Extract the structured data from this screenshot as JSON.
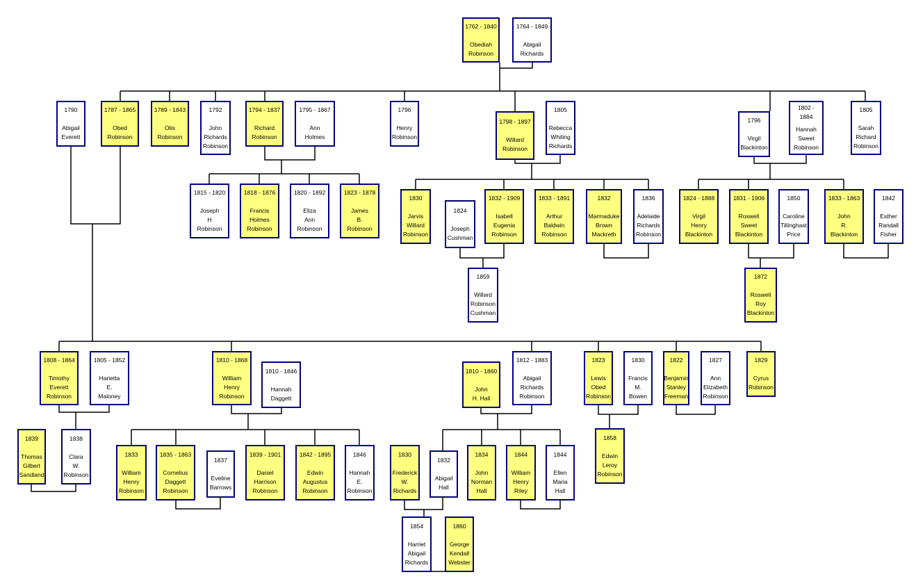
{
  "colors": {
    "lineal_fill": "#ffff80",
    "spouse_fill": "#ffffff",
    "border": "#00007f",
    "connector": "#000000"
  },
  "people": [
    {
      "id": "obediah",
      "dates": "1762 - 1840",
      "name": [
        "Obediah",
        "Robinson"
      ],
      "lineal": true
    },
    {
      "id": "abigail-richards-1764",
      "dates": "1764 - 1849",
      "name": [
        "Abigail",
        "Richards"
      ],
      "lineal": false
    },
    {
      "id": "abigail-everett",
      "dates": "1790",
      "name": [
        "Abigail",
        "Everett"
      ],
      "lineal": false
    },
    {
      "id": "obed",
      "dates": "1787 - 1865",
      "name": [
        "Obed",
        "Robinson"
      ],
      "lineal": true
    },
    {
      "id": "otis",
      "dates": "1789 - 1843",
      "name": [
        "Otis",
        "Robinson"
      ],
      "lineal": true
    },
    {
      "id": "john-richards-robinson",
      "dates": "1792",
      "name": [
        "John",
        "Richards",
        "Robinson"
      ],
      "lineal": false
    },
    {
      "id": "richard",
      "dates": "1794 - 1837",
      "name": [
        "Richard",
        "Robinson"
      ],
      "lineal": true
    },
    {
      "id": "ann-holmes",
      "dates": "1795 - 1867",
      "name": [
        "Ann",
        "Holmes"
      ],
      "lineal": false
    },
    {
      "id": "henry",
      "dates": "1796",
      "name": [
        "Henry",
        "Robinson"
      ],
      "lineal": false
    },
    {
      "id": "willard",
      "dates": "1798 - 1897",
      "name": [
        "Willard",
        "Robinson"
      ],
      "lineal": true
    },
    {
      "id": "rebecca",
      "dates": "1805",
      "name": [
        "Rebecca",
        "Whiting",
        "Richards"
      ],
      "lineal": false
    },
    {
      "id": "virgil-1796",
      "dates": "1796",
      "name": [
        "Virgil",
        "Blackinton"
      ],
      "lineal": false
    },
    {
      "id": "hannah-sweet",
      "dates": "1802 - 1884",
      "name": [
        "Hannah",
        "Sweet",
        "Robinson"
      ],
      "lineal": false
    },
    {
      "id": "sarah",
      "dates": "1805",
      "name": [
        "Sarah",
        "Richard",
        "Robinson"
      ],
      "lineal": false
    },
    {
      "id": "joseph-h",
      "dates": "1815 - 1820",
      "name": [
        "Joseph",
        "H",
        "Robinson"
      ],
      "lineal": false
    },
    {
      "id": "francis-holmes",
      "dates": "1818 - 1876",
      "name": [
        "Francis",
        "Holmes",
        "Robinson"
      ],
      "lineal": true
    },
    {
      "id": "eliza-ann",
      "dates": "1820 - 1892",
      "name": [
        "Eliza",
        "Ann",
        "Robinson"
      ],
      "lineal": false
    },
    {
      "id": "james-b",
      "dates": "1823 - 1878",
      "name": [
        "James",
        "B.",
        "Robinson"
      ],
      "lineal": true
    },
    {
      "id": "jarvis",
      "dates": "1830",
      "name": [
        "Jarvis",
        "Willard",
        "Robinson"
      ],
      "lineal": true
    },
    {
      "id": "joseph-cushman",
      "dates": "1824",
      "name": [
        "Joseph",
        "Cushman"
      ],
      "lineal": false
    },
    {
      "id": "isabell",
      "dates": "1832 - 1909",
      "name": [
        "Isabell",
        "Eugenia",
        "Robinson"
      ],
      "lineal": true
    },
    {
      "id": "arthur",
      "dates": "1833 - 1891",
      "name": [
        "Arthur",
        "Baldwin",
        "Robinson"
      ],
      "lineal": true
    },
    {
      "id": "marmaduke",
      "dates": "1832",
      "name": [
        "Marmaduke",
        "Brown",
        "Mackreth"
      ],
      "lineal": true
    },
    {
      "id": "adelaide",
      "dates": "1836",
      "name": [
        "Adelaide",
        "Richards",
        "Robinson"
      ],
      "lineal": false
    },
    {
      "id": "willard-cushman",
      "dates": "1859",
      "name": [
        "Willard",
        "Robinson",
        "Cushman"
      ],
      "lineal": false
    },
    {
      "id": "virgil-henry",
      "dates": "1824 - 1888",
      "name": [
        "Virgil",
        "Henry",
        "Blackinton"
      ],
      "lineal": true
    },
    {
      "id": "roswell-sweet",
      "dates": "1831 - 1906",
      "name": [
        "Roswell",
        "Sweet",
        "Blackinton"
      ],
      "lineal": true
    },
    {
      "id": "caroline",
      "dates": "1850",
      "name": [
        "Caroline",
        "Tillinghast",
        "Price"
      ],
      "lineal": false
    },
    {
      "id": "john-r",
      "dates": "1833 - 1863",
      "name": [
        "John",
        "R.",
        "Blackinton"
      ],
      "lineal": true
    },
    {
      "id": "esther",
      "dates": "1842",
      "name": [
        "Esther",
        "Randall",
        "Fisher"
      ],
      "lineal": false
    },
    {
      "id": "roswell-roy",
      "dates": "1872",
      "name": [
        "Roswell",
        "Roy",
        "Blackinton"
      ],
      "lineal": true
    },
    {
      "id": "timothy",
      "dates": "1808 - 1864",
      "name": [
        "Timothy",
        "Everett",
        "Robinson"
      ],
      "lineal": true
    },
    {
      "id": "harietta",
      "dates": "1805 - 1852",
      "name": [
        "Harietta",
        "E.",
        "Maloney"
      ],
      "lineal": false
    },
    {
      "id": "william-henry-1810",
      "dates": "1810 - 1868",
      "name": [
        "William",
        "Henry",
        "Robinson"
      ],
      "lineal": true
    },
    {
      "id": "hannah-daggett",
      "dates": "1810 - 1846",
      "name": [
        "Hannah",
        "Daggett"
      ],
      "lineal": false
    },
    {
      "id": "john-h-hall",
      "dates": "1810 - 1860",
      "name": [
        "John",
        "H. Hall"
      ],
      "lineal": true
    },
    {
      "id": "abigail-richards-1812",
      "dates": "1812 - 1883",
      "name": [
        "Abigail",
        "Richards",
        "Robinson"
      ],
      "lineal": false
    },
    {
      "id": "lewis",
      "dates": "1823",
      "name": [
        "Lewis",
        "Obed",
        "Robinson"
      ],
      "lineal": true
    },
    {
      "id": "francis-bowen",
      "dates": "1830",
      "name": [
        "Francis",
        "M.",
        "Bowen"
      ],
      "lineal": false
    },
    {
      "id": "benjamin",
      "dates": "1822",
      "name": [
        "Benjamin",
        "Stanley",
        "Freeman"
      ],
      "lineal": true
    },
    {
      "id": "ann-elizabeth",
      "dates": "1827",
      "name": [
        "Ann",
        "Elizabeth",
        "Robinson"
      ],
      "lineal": false
    },
    {
      "id": "cyrus",
      "dates": "1829",
      "name": [
        "Cyrus",
        "Robinson"
      ],
      "lineal": true
    },
    {
      "id": "thomas",
      "dates": "1839",
      "name": [
        "Thomas",
        "Gilbert",
        "Sandland"
      ],
      "lineal": true
    },
    {
      "id": "clara",
      "dates": "1838",
      "name": [
        "Clara",
        "W.",
        "Robinson"
      ],
      "lineal": false
    },
    {
      "id": "william-henry-1833",
      "dates": "1833",
      "name": [
        "William",
        "Henry",
        "Robinson"
      ],
      "lineal": true
    },
    {
      "id": "cornelius",
      "dates": "1835 - 1863",
      "name": [
        "Cornelius",
        "Daggett",
        "Robinson"
      ],
      "lineal": true
    },
    {
      "id": "eveline",
      "dates": "1837",
      "name": [
        "Eveline",
        "Barrows"
      ],
      "lineal": false
    },
    {
      "id": "daniel",
      "dates": "1839 - 1901",
      "name": [
        "Daniel",
        "Harrison",
        "Robinson"
      ],
      "lineal": true
    },
    {
      "id": "edwin-augustus",
      "dates": "1842 - 1895",
      "name": [
        "Edwin",
        "Augustus",
        "Robinson"
      ],
      "lineal": true
    },
    {
      "id": "hannah-e",
      "dates": "1846",
      "name": [
        "Hannah",
        "E.",
        "Robinson"
      ],
      "lineal": false
    },
    {
      "id": "frederick",
      "dates": "1830",
      "name": [
        "Frederick",
        "W.",
        "Richards"
      ],
      "lineal": true
    },
    {
      "id": "abigail-hall",
      "dates": "1832",
      "name": [
        "Abigail",
        "Hall"
      ],
      "lineal": false
    },
    {
      "id": "john-norman",
      "dates": "1834",
      "name": [
        "John",
        "Norman",
        "Hall"
      ],
      "lineal": true
    },
    {
      "id": "william-henry-riley",
      "dates": "1844",
      "name": [
        "William",
        "Henry",
        "Riley"
      ],
      "lineal": true
    },
    {
      "id": "ellen",
      "dates": "1844",
      "name": [
        "Ellen",
        "Maria",
        "Hall"
      ],
      "lineal": false
    },
    {
      "id": "harriet",
      "dates": "1854",
      "name": [
        "Harriet",
        "Abigail",
        "Richards"
      ],
      "lineal": false
    },
    {
      "id": "george",
      "dates": "1860",
      "name": [
        "George",
        "Kendall",
        "Webster"
      ],
      "lineal": true
    },
    {
      "id": "edwin-leroy",
      "dates": "1858",
      "name": [
        "Edwin",
        "Leroy",
        "Robinson"
      ],
      "lineal": true
    }
  ]
}
